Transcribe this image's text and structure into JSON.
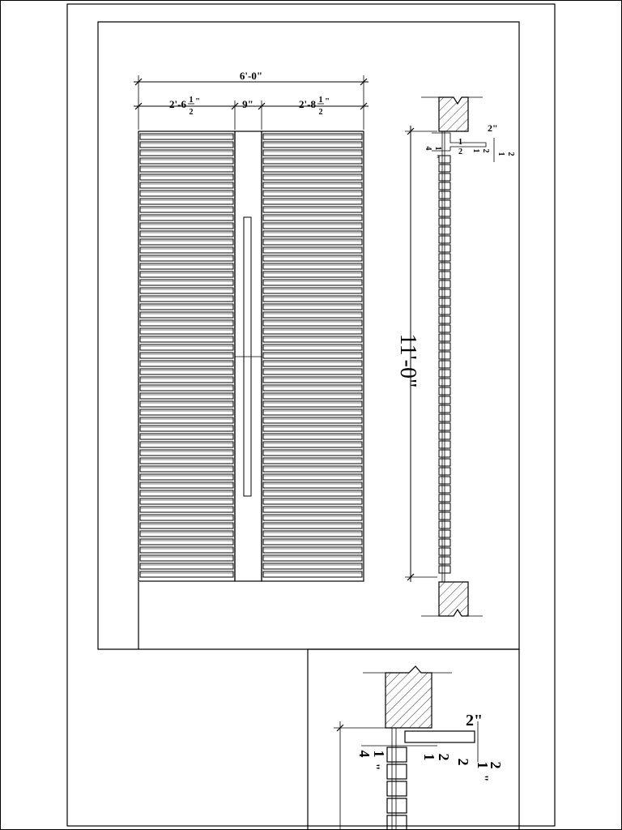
{
  "plan": {
    "overall_width": "6'-0\"",
    "left_shutter": {
      "whole": "2'-6",
      "num": "1",
      "den": "2",
      "unit": "\""
    },
    "middle_stile": "9\"",
    "right_shutter": {
      "whole": "2'-8",
      "num": "1",
      "den": "2",
      "unit": "\""
    }
  },
  "elevation": {
    "height": "11'-0\""
  },
  "section": {
    "slat_depth": "2\"",
    "spacing": {
      "num": "1",
      "den": "4",
      "unit": "\""
    },
    "frame_gap": {
      "num": "1",
      "den": "2",
      "unit": "\""
    },
    "slat_thickness": {
      "num": "1",
      "den": "2",
      "unit": "\""
    }
  },
  "detail": {
    "slat_depth": "2\"",
    "spacing": {
      "num": "1",
      "den": "4",
      "unit": "\""
    },
    "frame_gap": {
      "num": "1",
      "den": "2",
      "unit": "\""
    },
    "slat_thickness": {
      "num": "1",
      "den": "2",
      "unit": "\""
    }
  }
}
